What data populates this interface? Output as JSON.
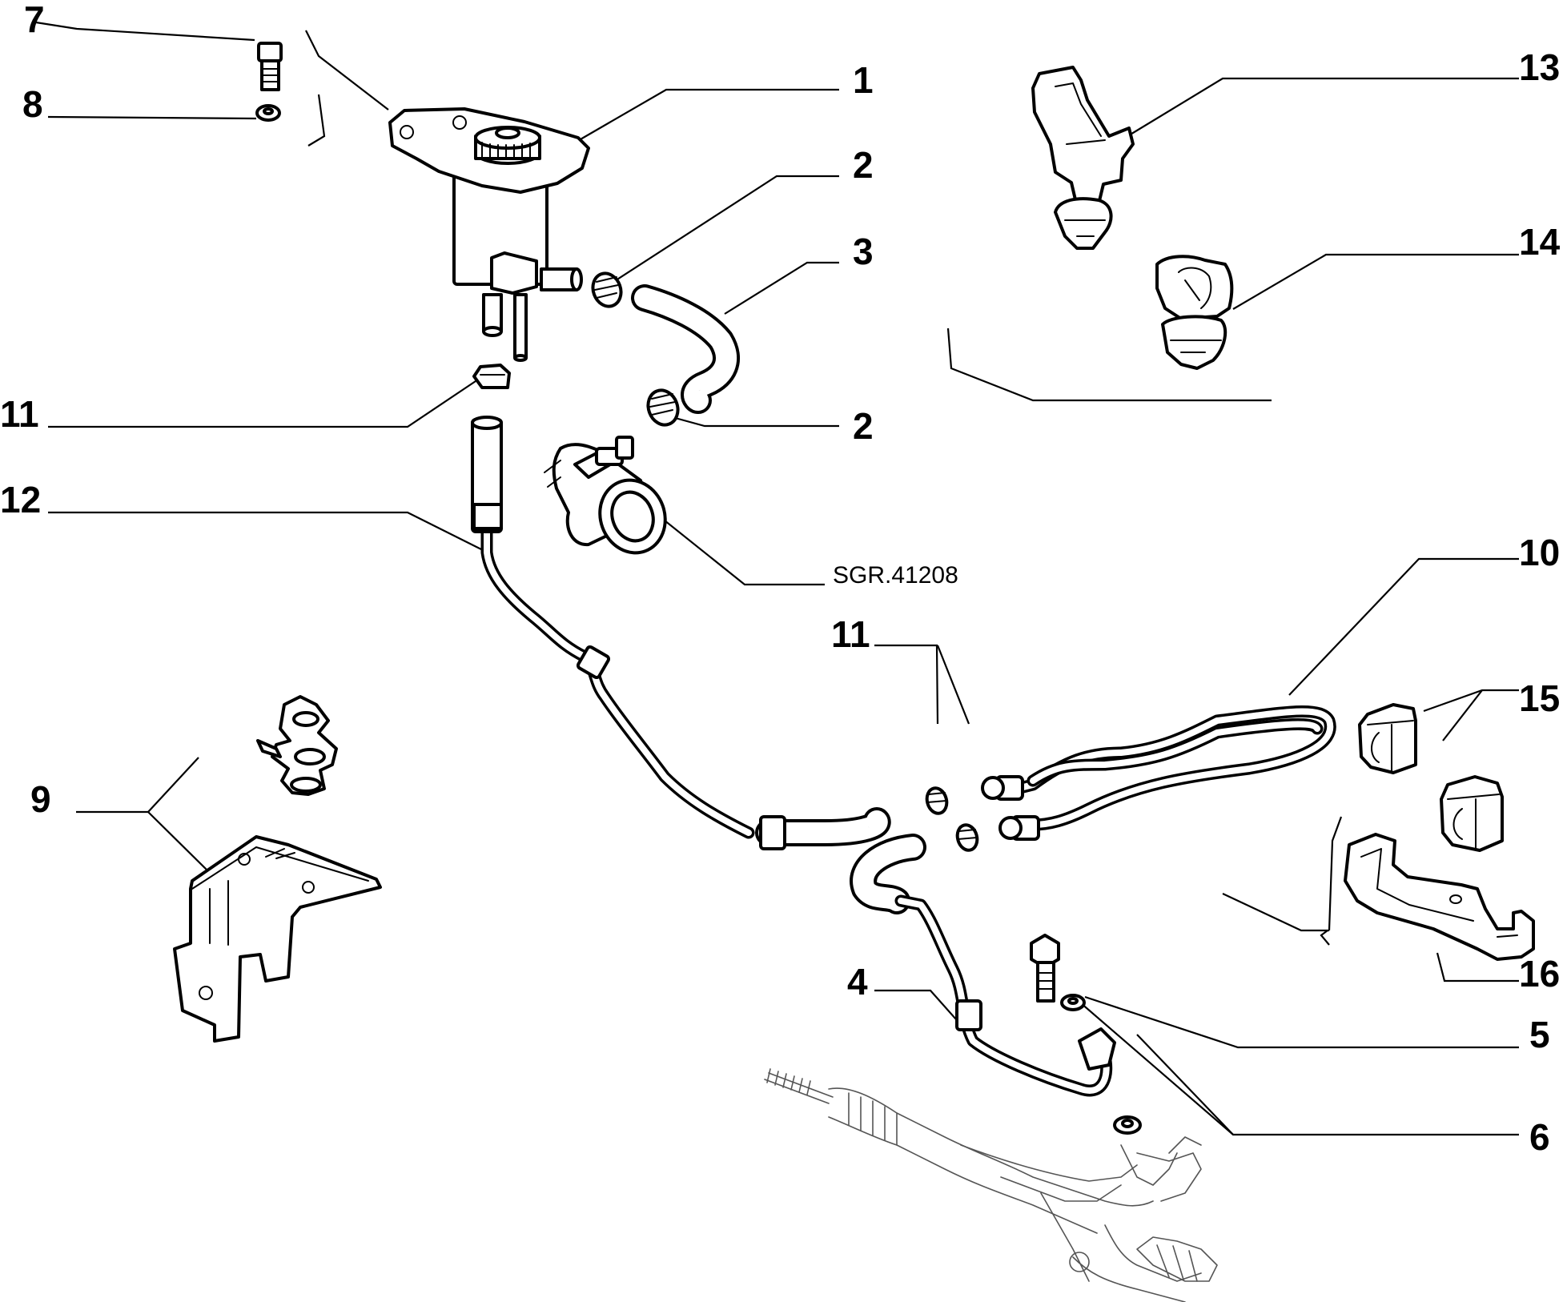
{
  "callouts": [
    {
      "id": "c1",
      "text": "1"
    },
    {
      "id": "c2a",
      "text": "2"
    },
    {
      "id": "c2b",
      "text": "2"
    },
    {
      "id": "c3",
      "text": "3"
    },
    {
      "id": "c4",
      "text": "4"
    },
    {
      "id": "c5",
      "text": "5"
    },
    {
      "id": "c6",
      "text": "6"
    },
    {
      "id": "c7",
      "text": "7"
    },
    {
      "id": "c8",
      "text": "8"
    },
    {
      "id": "c9",
      "text": "9"
    },
    {
      "id": "c10",
      "text": "10"
    },
    {
      "id": "c11a",
      "text": "11"
    },
    {
      "id": "c11b",
      "text": "11"
    },
    {
      "id": "c12",
      "text": "12"
    },
    {
      "id": "c13",
      "text": "13"
    },
    {
      "id": "c14",
      "text": "14"
    },
    {
      "id": "c15",
      "text": "15"
    },
    {
      "id": "c16",
      "text": "16"
    }
  ],
  "reference_code": "SGR.41208"
}
